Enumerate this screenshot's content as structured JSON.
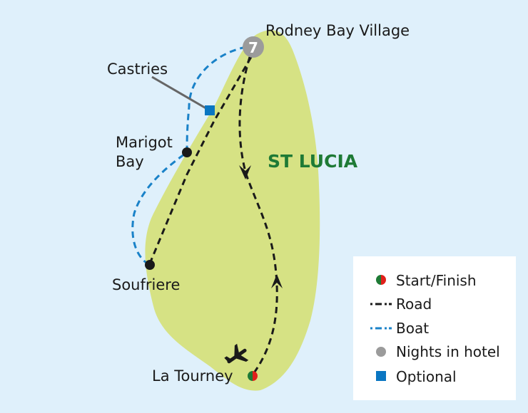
{
  "map": {
    "title": "ST LUCIA",
    "places": {
      "rodney_bay": "Rodney Bay Village",
      "castries": "Castries",
      "marigot_bay_1": "Marigot",
      "marigot_bay_2": "Bay",
      "soufriere": "Soufriere",
      "la_tourney": "La Tourney"
    },
    "nights_badge": "7"
  },
  "legend": {
    "items": [
      {
        "label": "Start/Finish",
        "icon": "start-finish-icon"
      },
      {
        "label": "Road",
        "icon": "road-line-icon"
      },
      {
        "label": "Boat",
        "icon": "boat-line-icon"
      },
      {
        "label": "Nights in hotel",
        "icon": "nights-circle-icon"
      },
      {
        "label": "Optional",
        "icon": "optional-square-icon"
      }
    ]
  },
  "colors": {
    "water": "#dff0fb",
    "land": "#d6e284",
    "boat": "#1a82c8",
    "title": "#1e7a35",
    "badge": "#9b9b9b",
    "optional": "#0a76c2"
  }
}
